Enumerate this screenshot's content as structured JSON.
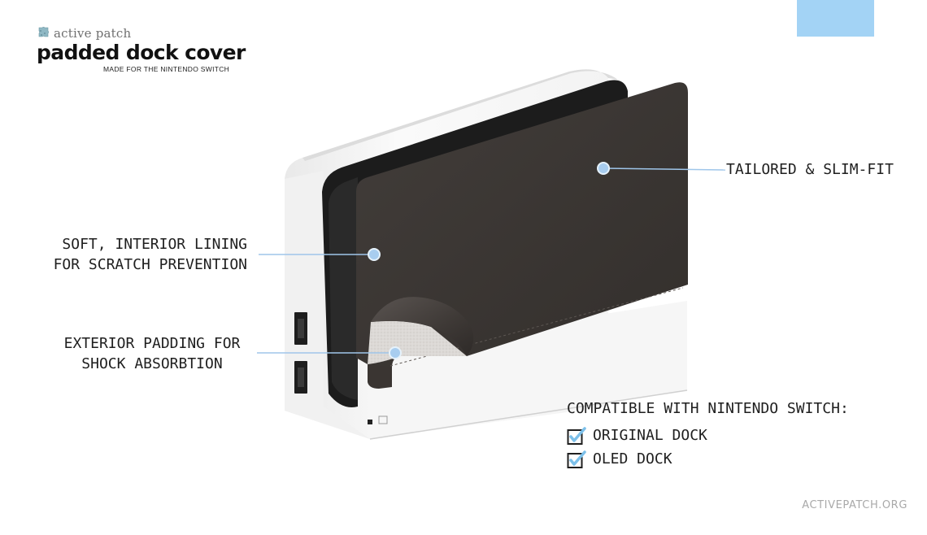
{
  "brand": {
    "name": "active patch",
    "title": "padded dock cover",
    "subtitle": "MADE FOR THE NINTENDO SWITCH"
  },
  "callouts": {
    "tailored": "TAILORED & SLIM-FIT",
    "lining": [
      "SOFT, INTERIOR LINING",
      "FOR SCRATCH PREVENTION"
    ],
    "padding": [
      "EXTERIOR PADDING FOR",
      "SHOCK ABSORBTION"
    ]
  },
  "compatibility": {
    "title": "COMPATIBLE WITH NINTENDO SWITCH:",
    "items": [
      "ORIGINAL DOCK",
      "OLED DOCK"
    ]
  },
  "footer": {
    "url": "ACTIVEPATCH.ORG"
  },
  "colors": {
    "accent_blue": "#a3d3f5",
    "callout_dot": "#a8cdef",
    "cover_brown": "#3a3532",
    "padding_gray": "#d9d6d3",
    "dock_white": "#f7f7f7"
  },
  "icons": {
    "brand": "puzzle-patch-icon",
    "check": "checked-box-icon"
  }
}
